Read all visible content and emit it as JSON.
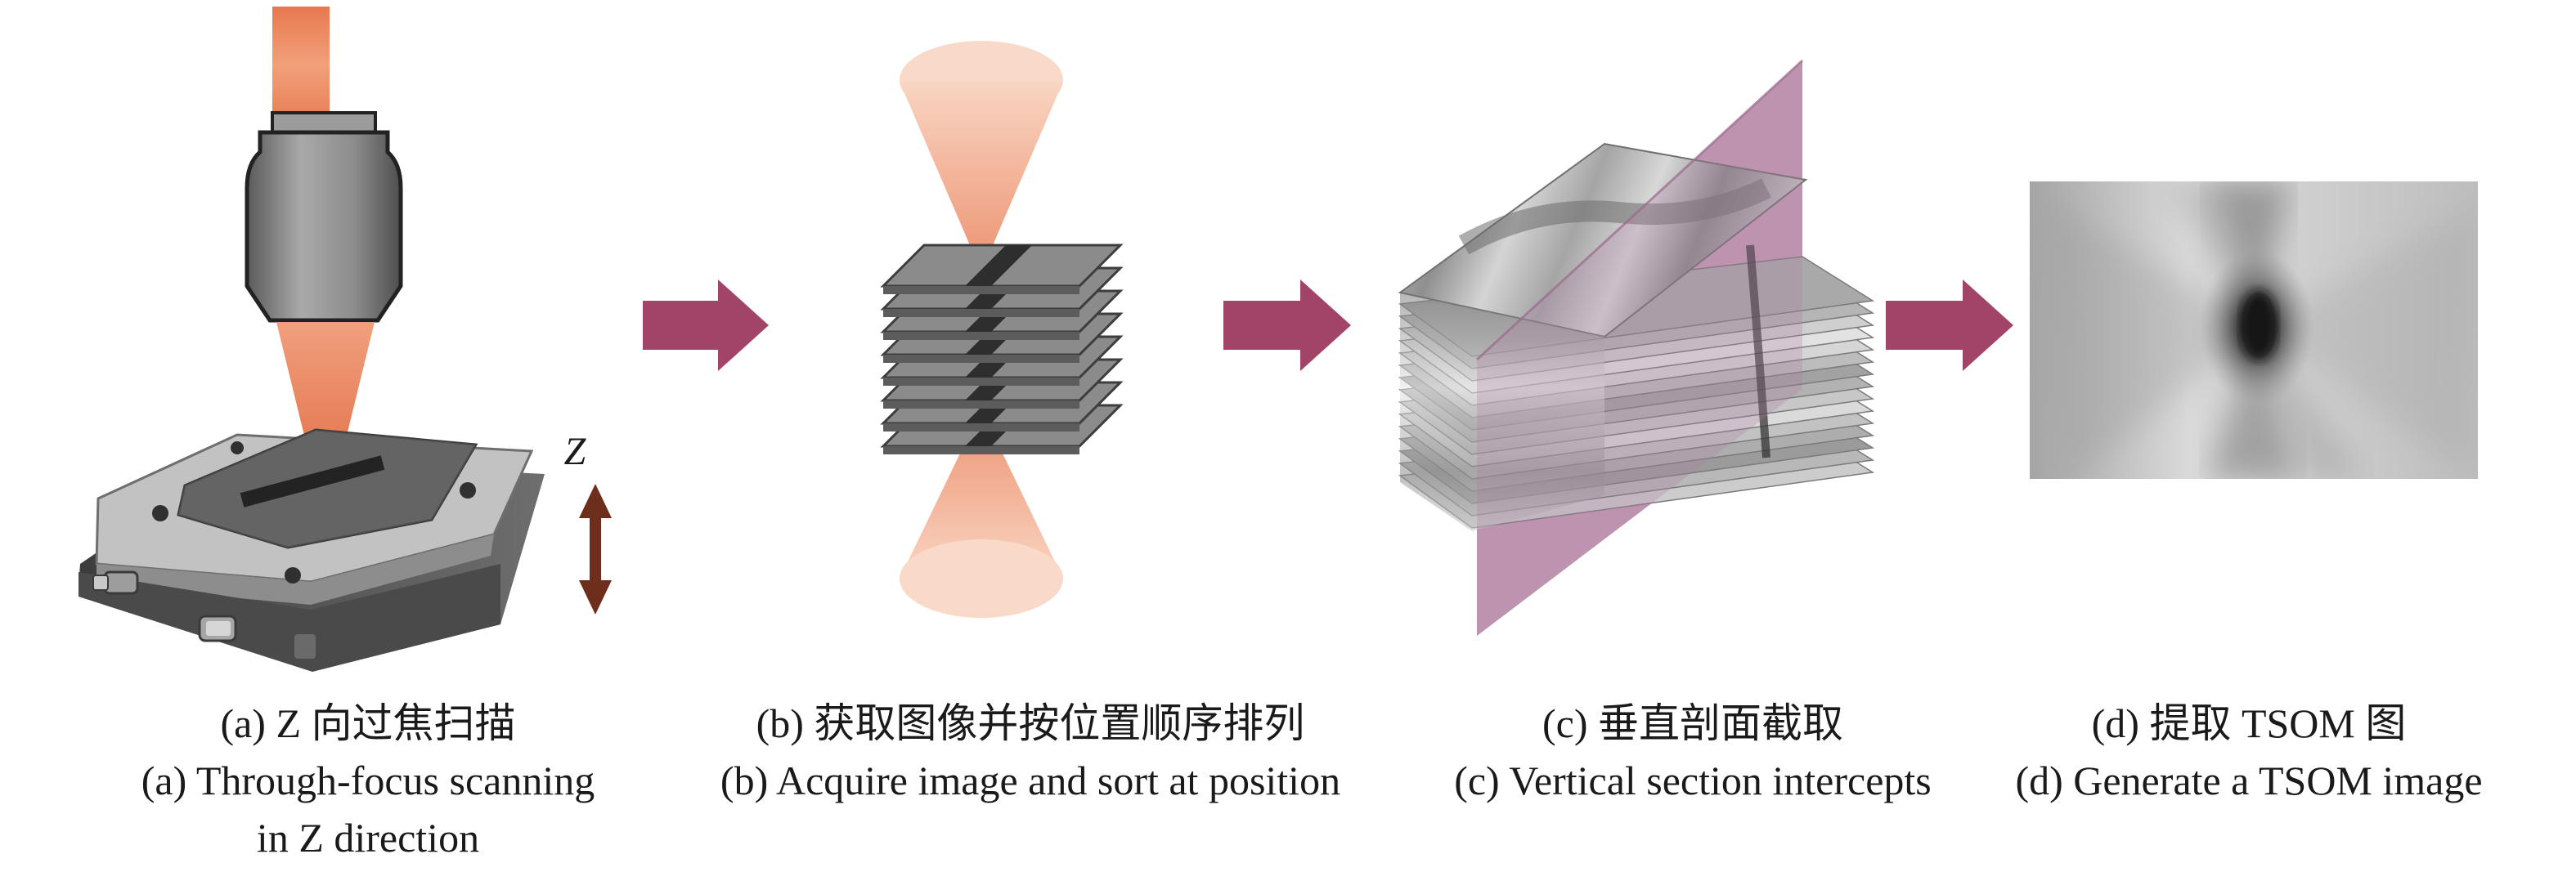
{
  "colors": {
    "beam": "#ec9470",
    "beam_light": "#f7cdb4",
    "arrow": "#a24468",
    "plane": "#b78aa8",
    "z_arrow": "#6d2f1b",
    "lens_body": "#8a8a8a",
    "caption_text": "#1a1a1a"
  },
  "panels": [
    {
      "id": "a",
      "z_label": "Z",
      "caption_zh": "(a) Z 向过焦扫描",
      "caption_en_1": "(a) Through-focus scanning",
      "caption_en_2": "in Z direction"
    },
    {
      "id": "b",
      "caption_zh": "(b) 获取图像并按位置顺序排列",
      "caption_en_1": "(b) Acquire image and sort at position"
    },
    {
      "id": "c",
      "caption_zh": "(c) 垂直剖面截取",
      "caption_en_1": "(c) Vertical section intercepts"
    },
    {
      "id": "d",
      "caption_zh": "(d) 提取 TSOM 图",
      "caption_en_1": "(d) Generate a TSOM image"
    }
  ]
}
